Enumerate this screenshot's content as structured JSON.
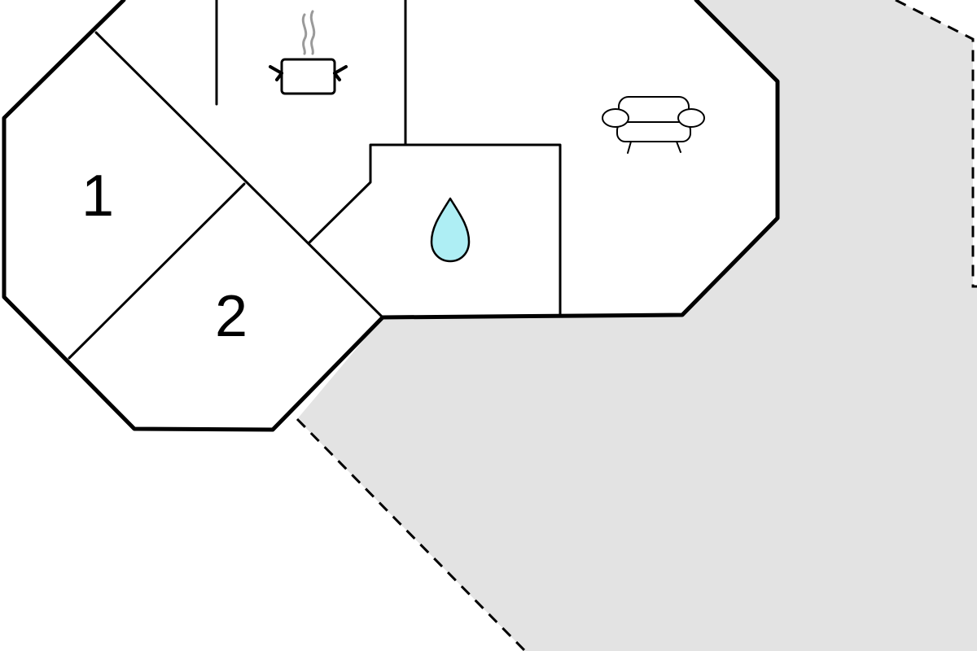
{
  "floorplan": {
    "rooms": [
      {
        "id": "bedroom-1",
        "label": "1"
      },
      {
        "id": "bedroom-2",
        "label": "2"
      }
    ],
    "icons": [
      {
        "room": "kitchen",
        "name": "cooking-pot-icon"
      },
      {
        "room": "bathroom",
        "name": "water-drop-icon"
      },
      {
        "room": "living-room",
        "name": "sofa-icon"
      }
    ],
    "colors": {
      "background": "#ffffff",
      "walls": "#000000",
      "terrace": "#e3e3e3",
      "water_drop": "#aeeef4",
      "steam": "#9a9a9a"
    }
  }
}
